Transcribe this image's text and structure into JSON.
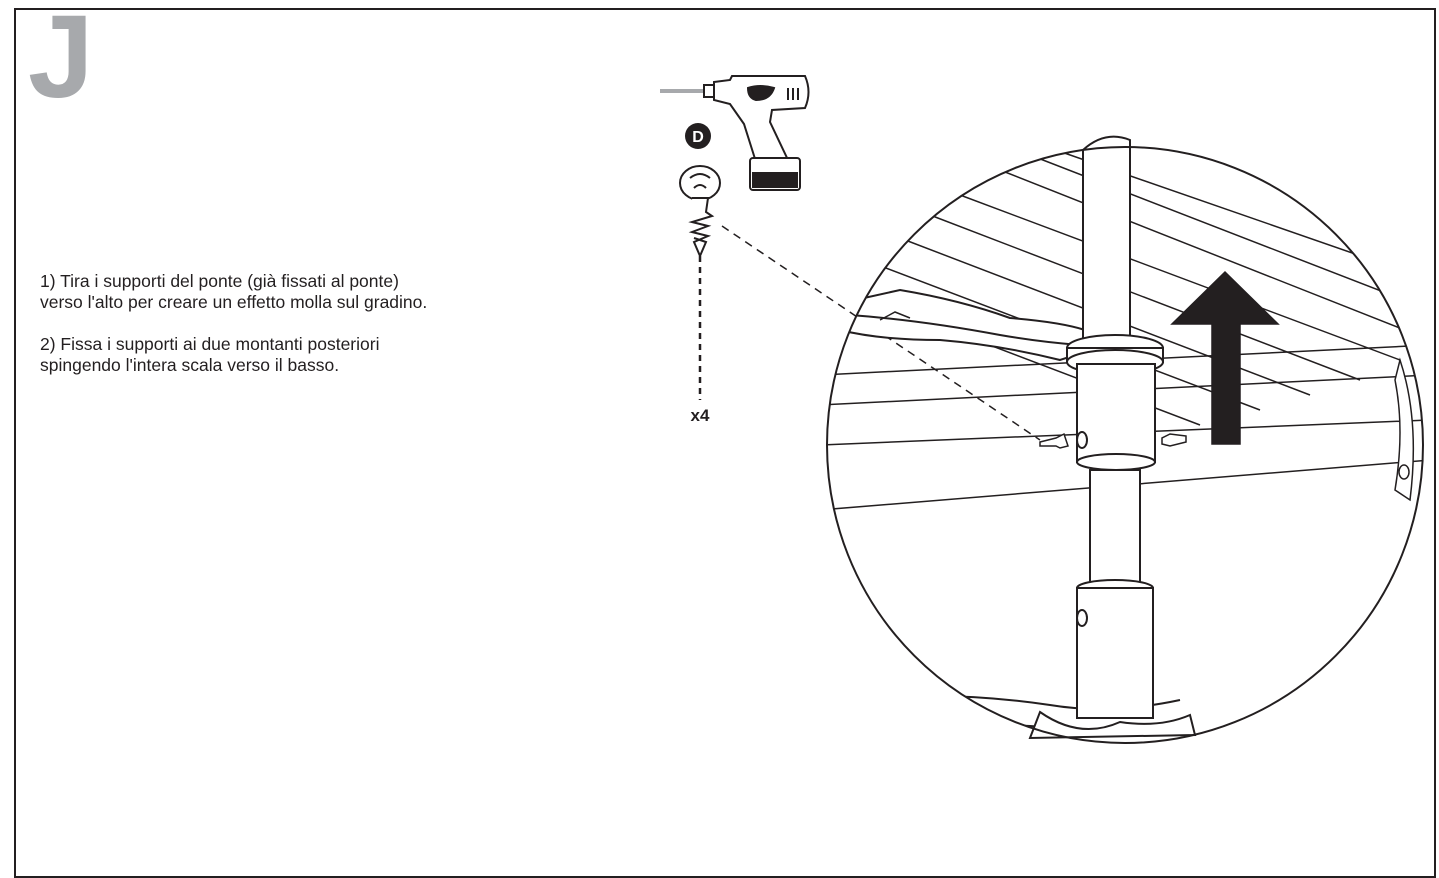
{
  "step": {
    "letter": "J"
  },
  "instructions": [
    {
      "line1": "1)  Tira i supporti del ponte (già fissati al ponte)",
      "line2": "verso l'alto per creare un effetto molla sul gradino."
    },
    {
      "line1": "2)  Fissa i supporti ai due montanti posteriori",
      "line2": "spingendo l'intera scala verso il basso."
    }
  ],
  "hardware": {
    "part_letter": "D",
    "quantity": "x4",
    "tool": "drill-icon",
    "fastener": "screw-icon"
  },
  "colors": {
    "ink": "#231f20",
    "step_letter": "#a7a9ac",
    "background": "#ffffff"
  }
}
